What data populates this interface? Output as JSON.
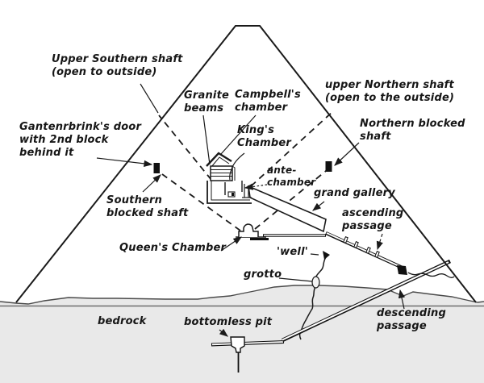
{
  "colors": {
    "line": "#1a1a1a",
    "bedrock_fill": "#e9e9e9",
    "bedrock_edge": "#555555",
    "base_line": "#6e6e6e",
    "label_text": "#161616",
    "background": "#ffffff"
  },
  "labels": {
    "upper_southern_shaft": {
      "text": "Upper Southern shaft\n(open to outside)"
    },
    "gantenbrink_door": {
      "text": "Gantenrbrink's door\nwith 2nd block\nbehind it"
    },
    "granite_beams": {
      "text": "Granite\nbeams"
    },
    "campbells_chamber": {
      "text": "Campbell's\nchamber"
    },
    "kings_chamber": {
      "text": "King's\nChamber"
    },
    "upper_northern_shaft": {
      "text": "upper Northern shaft\n(open to the outside)"
    },
    "northern_blocked_shaft": {
      "text": "Northern blocked\nshaft"
    },
    "antechamber": {
      "text": "ante-\nchamber"
    },
    "grand_gallery": {
      "text": "grand gallery"
    },
    "ascending_passage": {
      "text": "ascending\npassage"
    },
    "well": {
      "text": "'well'"
    },
    "grotto": {
      "text": "grotto"
    },
    "queens_chamber": {
      "text": "Queen's Chamber"
    },
    "southern_blocked_shaft": {
      "text": "Southern\nblocked shaft"
    },
    "bedrock": {
      "text": "bedrock"
    },
    "bottomless_pit": {
      "text": "bottomless pit"
    },
    "descending_passage": {
      "text": "descending\npassage"
    }
  }
}
